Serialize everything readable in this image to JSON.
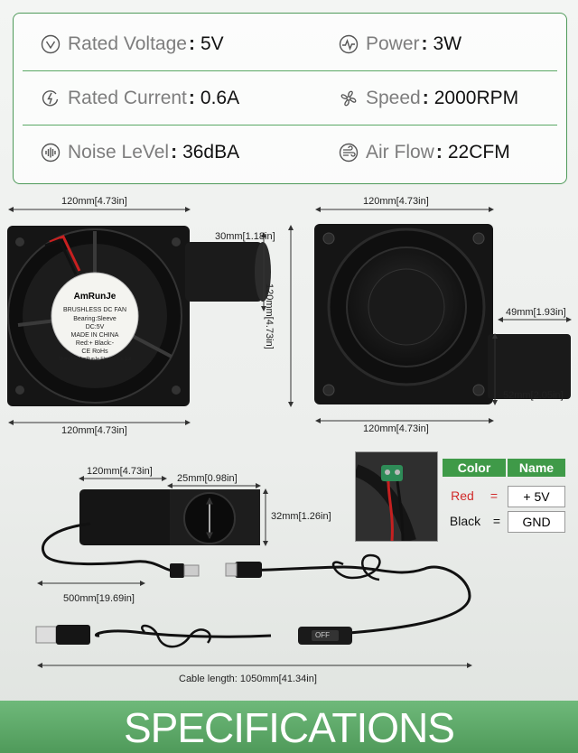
{
  "specs": {
    "rated_voltage": {
      "label": "Rated Voltage",
      "sep": ":",
      "value": "5V",
      "icon": "voltage-icon"
    },
    "power": {
      "label": "Power",
      "sep": ":",
      "value": "3W",
      "icon": "power-icon"
    },
    "rated_current": {
      "label": "Rated Current",
      "sep": ":",
      "value": "0.6A",
      "icon": "current-icon"
    },
    "speed": {
      "label": "Speed",
      "sep": ":",
      "value": "2000RPM",
      "icon": "fan-speed-icon"
    },
    "noise_level": {
      "label": "Noise LeVel",
      "sep": ":",
      "value": "36dBA",
      "icon": "noise-icon"
    },
    "air_flow": {
      "label": "Air Flow",
      "sep": ":",
      "value": "22CFM",
      "icon": "airflow-icon"
    }
  },
  "dimensions": {
    "front_top_width": "120mm[4.73in]",
    "front_bottom_width": "120mm[4.73in]",
    "outlet_height": "30mm[1.18in]",
    "rear_height": "120mm[4.73in]",
    "rear_top_width": "120mm[4.73in]",
    "rear_bottom_width": "120mm[4.73in]",
    "outlet_width": "49mm[1.93in]",
    "outlet_depth": "52mm[2.05in]",
    "side_width": "120mm[4.73in]",
    "side_thickness": "25mm[0.98in]",
    "side_outlet_height": "32mm[1.26in]",
    "short_cable": "500mm[19.69in]",
    "cable_length": "Cable length: 1050mm[41.34in]"
  },
  "fan_label": {
    "brand": "AmRunJe",
    "line1": "BRUSHLESS DC FAN",
    "line2": "Bearing:Sleeve",
    "line3": "DC:5V",
    "line4": "MADE IN CHINA",
    "line5": "Red:+  Black:-",
    "line6": "CE RoHs",
    "arc": "Shenzhen AmRunJe Electronics, Ltd"
  },
  "switch_label": "OFF",
  "wire_table": {
    "headers": [
      "Color",
      "Name"
    ],
    "rows": [
      {
        "color": "Red",
        "eq": "=",
        "name": "+ 5V",
        "color_hex": "#d12a2a"
      },
      {
        "color": "Black",
        "eq": "=",
        "name": "GND",
        "color_hex": "#111111"
      }
    ]
  },
  "footer_title": "SPECIFICATIONS",
  "colors": {
    "accent": "#4f9a5a",
    "footer": "#5aa864"
  }
}
